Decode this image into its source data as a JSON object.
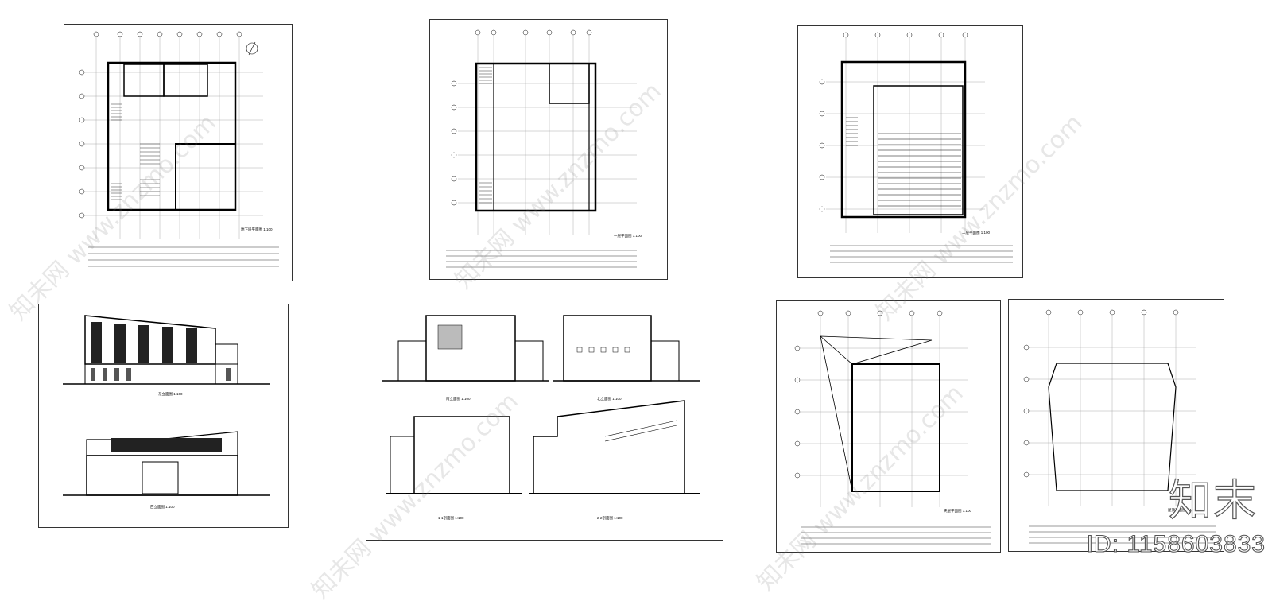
{
  "sheets": [
    {
      "caption": "地下层平面图 1:100",
      "kind": "plan"
    },
    {
      "caption": "一层平面图 1:100",
      "kind": "plan"
    },
    {
      "caption": "二层平面图 1:100",
      "kind": "auditorium"
    },
    {
      "caption": "东立面图 1:100",
      "kind": "elevation"
    },
    {
      "caption": "西立面图 1:100",
      "kind": "elevation"
    },
    {
      "caption": "南立面图 1:100",
      "kind": "elevation"
    },
    {
      "caption": "北立面图 1:100",
      "kind": "elevation"
    },
    {
      "caption": "1-1剖面图 1:100",
      "kind": "section"
    },
    {
      "caption": "2-2剖面图 1:100",
      "kind": "section"
    },
    {
      "caption": "夹层平面图 1:100",
      "kind": "plan"
    },
    {
      "caption": "屋顶平面图 1:100",
      "kind": "roof"
    }
  ],
  "watermark": {
    "text": "知未网 www.znzmo.com",
    "brand": "知末",
    "id": "ID: 1158603833"
  }
}
